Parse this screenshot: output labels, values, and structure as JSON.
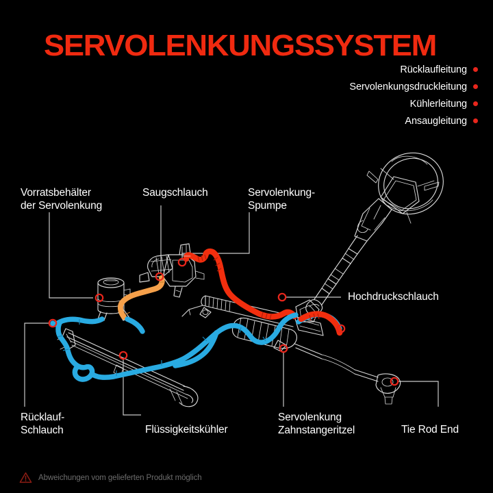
{
  "title": "SERVOLENKUNGSSYSTEM",
  "colors": {
    "background": "#000000",
    "title": "#F02A10",
    "marker": "#E8261C",
    "return_line": "#29ABE2",
    "pressure_line": "#F22E0E",
    "cooler_line": "#29ABE2",
    "suction_line": "#F5A04A",
    "outline": "#D8D8D8",
    "leader": "#C9C9C9",
    "label": "#FFFFFF",
    "footer_text": "#6D6D6D",
    "footer_icon": "#8E1D14"
  },
  "legend": {
    "items": [
      {
        "label": "Rücklaufleitung",
        "dot": "#E8261C"
      },
      {
        "label": "Servolenkungsdruckleitung",
        "dot": "#E8261C"
      },
      {
        "label": "Kühlerleitung",
        "dot": "#E8261C"
      },
      {
        "label": "Ansaugleitung",
        "dot": "#E8261C"
      }
    ]
  },
  "callouts": {
    "reservoir": "Vorratsbehälter\nder Servolenkung",
    "suction_hose": "Saugschlauch",
    "pump": "Servolenkung-\nSpumpe",
    "high_pressure_hose": "Hochdruckschlauch",
    "return_hose": "Rücklauf-\nSchlauch",
    "fluid_cooler": "Flüssigkeitskühler",
    "rack_pinion": "Servolenkung\nZahnstangeritzel",
    "tie_rod_end": "Tie Rod End"
  },
  "footer": {
    "icon": "warning-triangle-icon",
    "text": "Abweichungen vom gelieferten Produkt möglich"
  }
}
